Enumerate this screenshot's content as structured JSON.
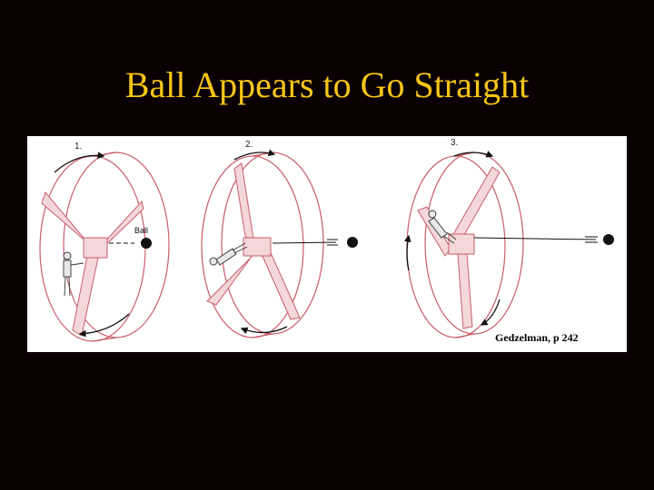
{
  "title": "Ball Appears to Go Straight",
  "figure": {
    "panels": [
      {
        "number": "1.",
        "ball_label": "Ball"
      },
      {
        "number": "2."
      },
      {
        "number": "3."
      }
    ],
    "citation": "Gedzelman, p 242"
  },
  "colors": {
    "background": "#0a0003",
    "title": "#f5c518",
    "wheel": "#c95d6a",
    "panel": "#ffffff"
  }
}
